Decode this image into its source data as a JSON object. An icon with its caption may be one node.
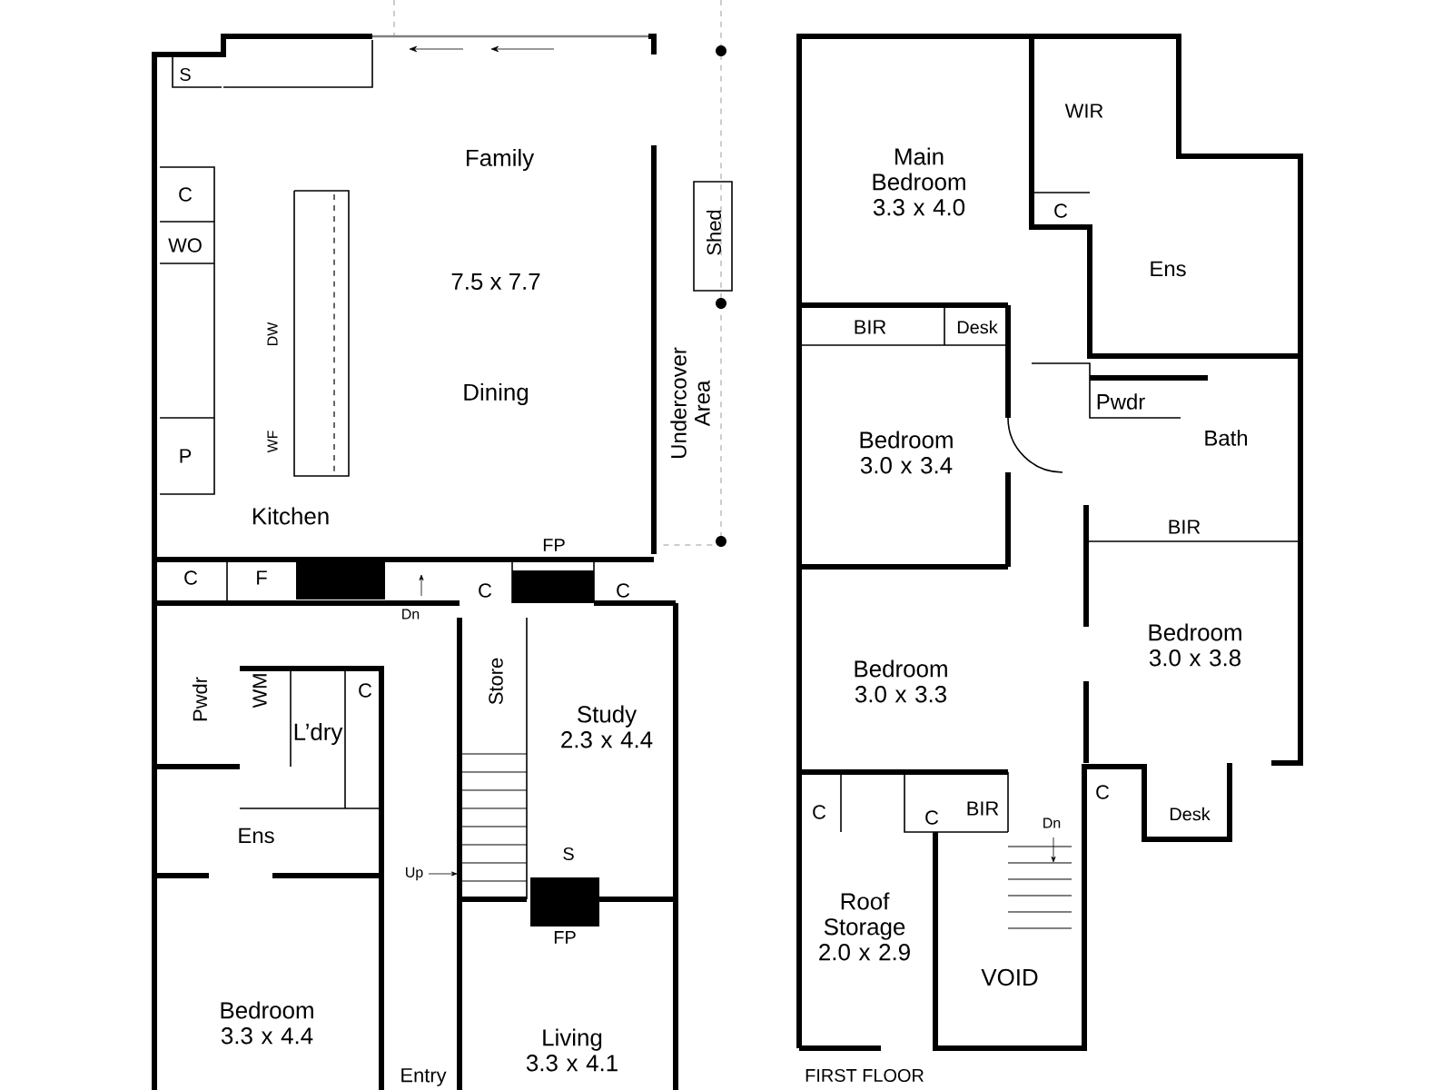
{
  "diagram": {
    "labels": [
      "S",
      "Family",
      "C",
      "WO",
      "7.5 x 7.7",
      "Shed",
      "DW",
      "Dining",
      "Undercover Area",
      "WF",
      "P",
      "Kitchen",
      "C",
      "F",
      "FP",
      "C",
      "C",
      "Dn",
      "Pwdr",
      "WM",
      "C",
      "L’dry",
      "Store",
      "Study 2.3 x 4.4",
      "Ens",
      "S",
      "Up",
      "FP",
      "Bedroom 3.3 x 4.4",
      "Living 3.3 x 4.1",
      "Entry",
      "WIR",
      "Main Bedroom 3.3 x 4.0",
      "C",
      "Ens",
      "BIR",
      "Desk",
      "Pwdr",
      "Bedroom 3.0 x 3.4",
      "Bath",
      "BIR",
      "Bedroom 3.0 x 3.8",
      "Bedroom 3.0 x 3.3",
      "C",
      "C",
      "BIR",
      "C",
      "Dn",
      "Desk",
      "Roof Storage 2.0 x 2.9",
      "VOID",
      "FIRST FLOOR"
    ]
  }
}
